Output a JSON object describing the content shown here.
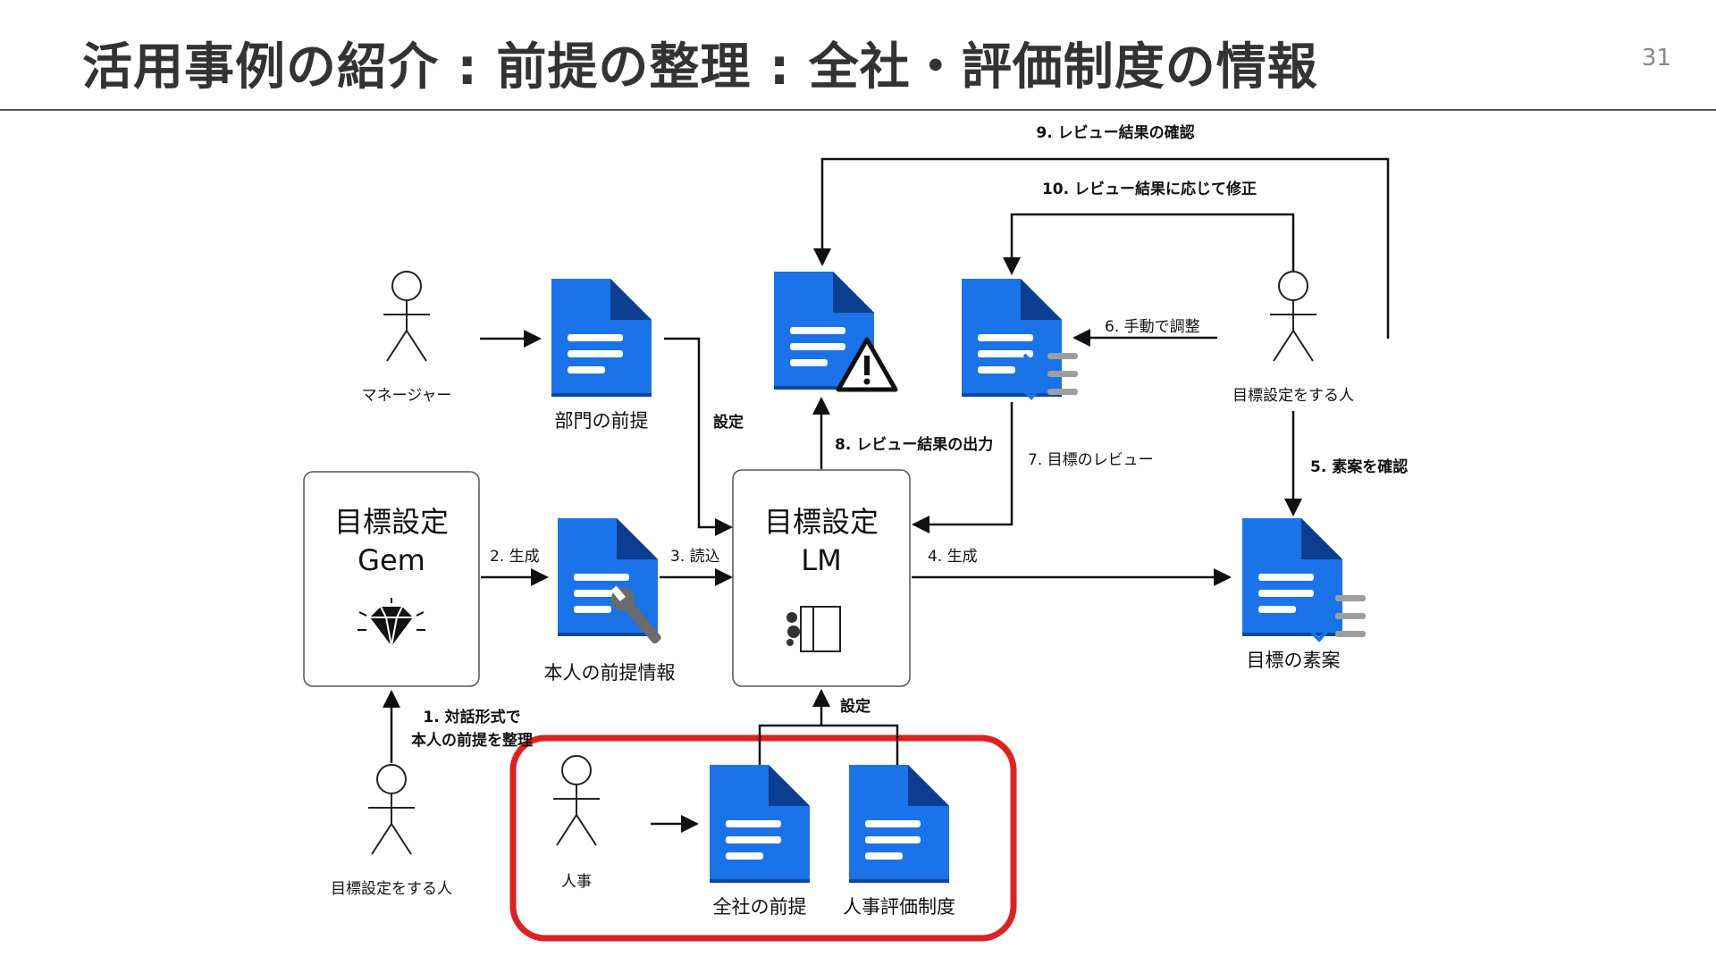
{
  "slide": {
    "title": "活用事例の紹介 : 前提の整理 : 全社・評価制度の情報",
    "page_number": "31"
  },
  "diagram": {
    "actors": {
      "manager": "マネージャー",
      "goal_setter_right": "目標設定をする人",
      "goal_setter_bottom": "目標設定をする人",
      "hr": "人事"
    },
    "documents": {
      "dept_premise": "部門の前提",
      "personal_premise": "本人の前提情報",
      "goal_draft": "目標の素案",
      "company_premise": "全社の前提",
      "hr_evaluation_system": "人事評価制度"
    },
    "systems": {
      "gem": {
        "line1": "目標設定",
        "line2": "Gem"
      },
      "lm": {
        "line1": "目標設定",
        "line2": "LM"
      }
    },
    "steps": {
      "s1_line1": "1. 対話形式で",
      "s1_line2": "本人の前提を整理",
      "s2": "2. 生成",
      "s3": "3. 読込",
      "s4": "4. 生成",
      "s5": "5. 素案を確認",
      "s6": "6. 手動で調整",
      "s7": "7. 目標のレビュー",
      "s8": "8. レビュー結果の出力",
      "s9": "9. レビュー結果の確認",
      "s10": "10. レビュー結果に応じて修正",
      "setting_top": "設定",
      "setting_bottom": "設定"
    },
    "colors": {
      "doc_blue": "#1a73e8",
      "doc_dark": "#0d47a1",
      "highlight_red": "#e02020"
    },
    "icons": [
      "person-icon",
      "document-icon",
      "warning-icon",
      "checklist-icon",
      "wrench-icon",
      "gem-icon",
      "notebook-icon"
    ]
  }
}
